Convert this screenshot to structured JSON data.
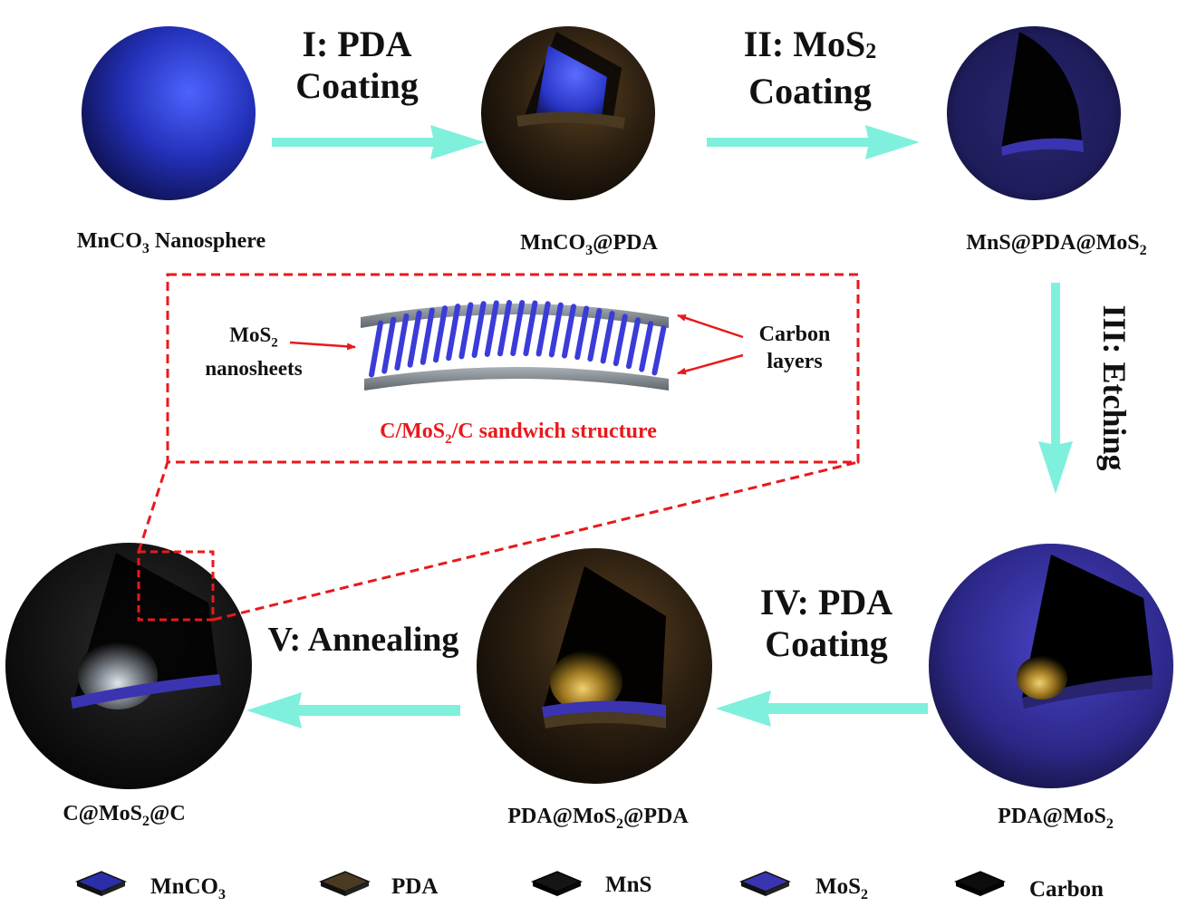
{
  "steps": {
    "s1": {
      "line1": "I: PDA",
      "line2": "Coating"
    },
    "s2": {
      "line1": "II: MoS",
      "sub": "2",
      "line2": "Coating"
    },
    "s3": "III: Etching",
    "s4": {
      "line1": "IV: PDA",
      "line2": "Coating"
    },
    "s5": "V: Annealing"
  },
  "spheres": {
    "mnco3": {
      "pre": "MnCO",
      "sub": "3",
      "post": " Nanosphere"
    },
    "mnco3_pda": {
      "pre": "MnCO",
      "sub": "3",
      "post": "@PDA"
    },
    "mns_pda_mos2": {
      "pre": "MnS@PDA@MoS",
      "sub": "2",
      "post": ""
    },
    "pda_mos2": {
      "pre": "PDA@MoS",
      "sub": "2",
      "post": ""
    },
    "pda_mos2_pda": {
      "pre": "PDA@MoS",
      "sub": "2",
      "post": "@PDA"
    },
    "c_mos2_c": {
      "pre": "C@MoS",
      "sub": "2",
      "post": "@C"
    }
  },
  "inset": {
    "mos2_l1_pre": "MoS",
    "mos2_l1_sub": "2",
    "mos2_l2": "nanosheets",
    "carbon_l1": "Carbon",
    "carbon_l2": "layers",
    "caption_a": "C/MoS",
    "caption_sub": "2",
    "caption_b": "/C sandwich structure"
  },
  "legend": [
    {
      "pre": "MnCO",
      "sub": "3",
      "color": "#2a2fa8"
    },
    {
      "pre": "PDA",
      "sub": "",
      "color": "#4a3a22"
    },
    {
      "pre": "MnS",
      "sub": "",
      "color": "#151515"
    },
    {
      "pre": "MoS",
      "sub": "2",
      "color": "#3b34b0"
    },
    {
      "pre": "Carbon",
      "sub": "",
      "color": "#0d0d0d"
    }
  ],
  "colors": {
    "arrow": "#7ff0dc",
    "inset_red": "#e8191c",
    "mnco3_blue": "#2a3ed8",
    "mos2_blue": "#3b34b0",
    "pda_brown": "#4a3a22"
  }
}
